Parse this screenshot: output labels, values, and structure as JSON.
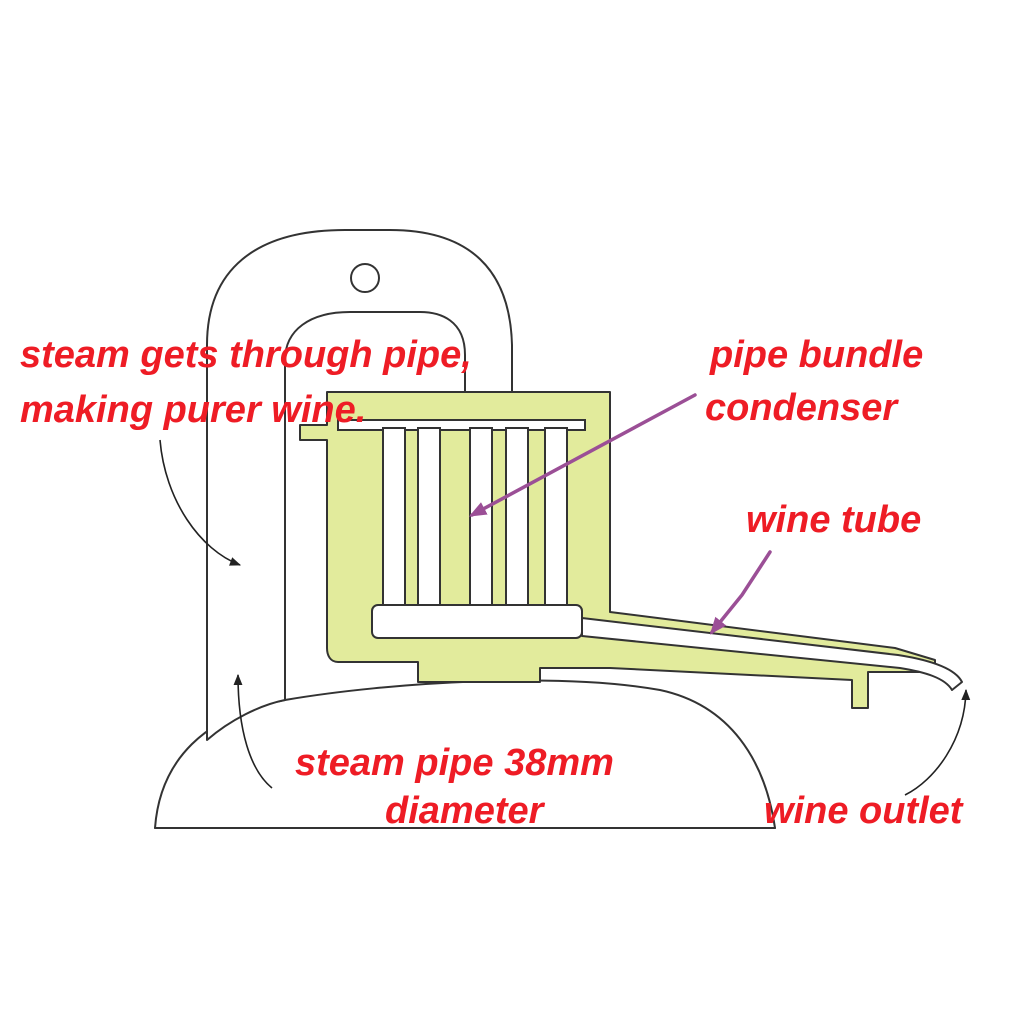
{
  "colors": {
    "background": "#ffffff",
    "outline": "#333333",
    "condenser_fill": "#e2eb9c",
    "label_text": "#ee1c25",
    "pointer_purple": "#9b4f96",
    "pointer_black": "#222222"
  },
  "labels": {
    "steam_gets_through_line1": "steam gets through pipe,",
    "steam_gets_through_line2": "making purer wine.",
    "pipe_bundle_line1": "pipe bundle",
    "pipe_bundle_line2": "condenser",
    "wine_tube": "wine tube",
    "steam_pipe_line1": "steam pipe 38mm",
    "steam_pipe_line2": "diameter",
    "wine_outlet": "wine outlet"
  }
}
